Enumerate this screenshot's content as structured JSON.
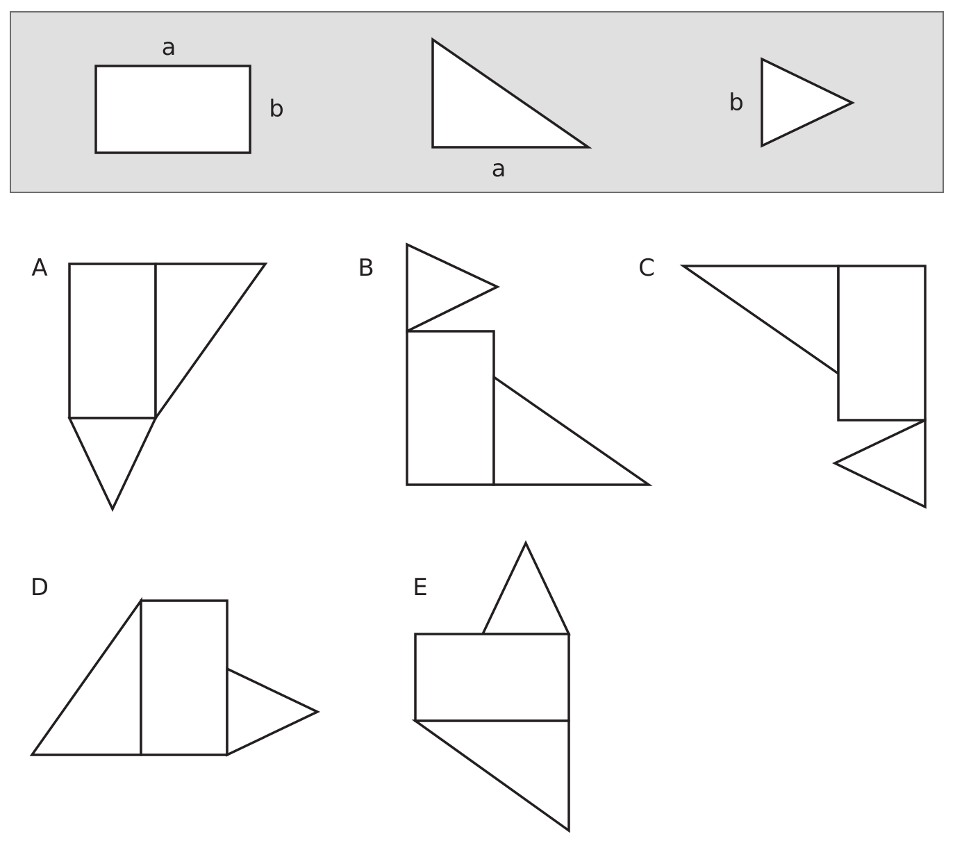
{
  "reference": {
    "rectangle_width_label": "a",
    "rectangle_height_label": "b",
    "right_triangle_base_label": "a",
    "isosceles_triangle_side_label": "b"
  },
  "options": [
    {
      "label": "A"
    },
    {
      "label": "B"
    },
    {
      "label": "C"
    },
    {
      "label": "D"
    },
    {
      "label": "E"
    }
  ],
  "colors": {
    "panel": "#e0e0e0",
    "stroke": "#231f20"
  }
}
